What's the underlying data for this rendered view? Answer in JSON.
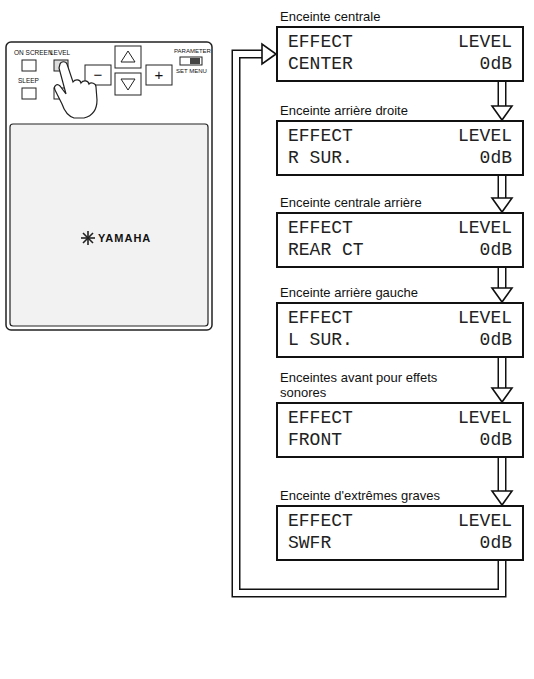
{
  "diagram": {
    "nodes": [
      {
        "text": [
          "Enceinte centrale",
          "EFFECT",
          "LEVEL",
          "CENTER",
          "0dB"
        ]
      },
      {
        "text": [
          "Enceinte arrière droite",
          "EFFECT",
          "LEVEL",
          "R SUR.",
          "0dB"
        ]
      },
      {
        "text": [
          "Enceinte centrale arrière",
          "EFFECT",
          "LEVEL",
          "REAR CT",
          "0dB"
        ]
      },
      {
        "text": [
          "Enceinte arrière gauche",
          "EFFECT",
          "LEVEL",
          "L SUR.",
          "0dB"
        ]
      },
      {
        "text": [
          "Enceintes avant pour effets sonores",
          "EFFECT",
          "LEVEL",
          "FRONT",
          "0dB"
        ]
      },
      {
        "text": [
          "Enceinte d'extrêmes graves",
          "EFFECT",
          "LEVEL",
          "SWFR",
          "0dB"
        ]
      }
    ],
    "edges": [
      {
        "from": 0,
        "to": 1,
        "arrow": "to"
      },
      {
        "from": 1,
        "to": 2,
        "arrow": "to"
      },
      {
        "from": 2,
        "to": 3,
        "arrow": "to"
      },
      {
        "from": 3,
        "to": 4,
        "arrow": "to"
      },
      {
        "from": 4,
        "to": 5,
        "arrow": "to"
      },
      {
        "from": 5,
        "to": 0,
        "arrow": "to"
      }
    ],
    "labels": [
      "ON SCREEN",
      "LEVEL",
      "SLEEP",
      "PARAMETER",
      "SET MENU",
      "−",
      "+",
      "YAMAHA"
    ]
  }
}
